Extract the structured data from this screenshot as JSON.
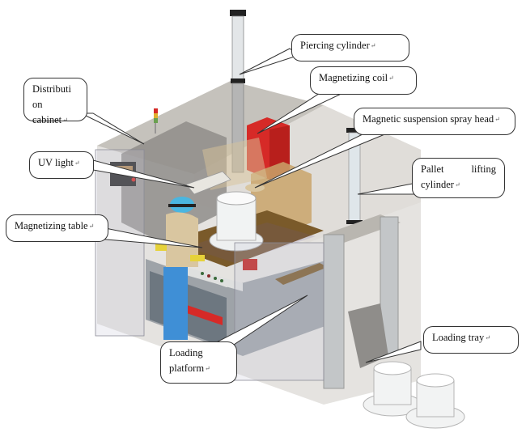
{
  "diagram": {
    "title": "Magnetizing machine layout",
    "return_mark": "↵",
    "colors": {
      "frame": "#b9b6b0",
      "panel": "#8f8d8a",
      "coil": "#d62a27",
      "table": "#7a5a2a",
      "tray": "#c9a46a",
      "worker_shirt": "#d9c6a0",
      "worker_pants": "#3f8fd6",
      "helmet": "#4ab6e0",
      "curtain": "#9a9aa6",
      "cylinder": "#d8dde0"
    },
    "callouts": [
      {
        "id": "piercing-cylinder",
        "lines": [
          "Piercing cylinder"
        ]
      },
      {
        "id": "magnetizing-coil",
        "lines": [
          "Magnetizing coil"
        ]
      },
      {
        "id": "distribution-cabinet",
        "lines": [
          "Distributi",
          "on cabinet"
        ]
      },
      {
        "id": "spray-head",
        "lines": [
          "Magnetic suspension spray head"
        ]
      },
      {
        "id": "uv-light",
        "lines": [
          "UV light"
        ]
      },
      {
        "id": "pallet-lifting-cylinder",
        "lines": [
          "Pallet lifting",
          "cylinder"
        ],
        "line1_words": [
          "Pallet",
          "lifting"
        ]
      },
      {
        "id": "magnetizing-table",
        "lines": [
          "Magnetizing table"
        ]
      },
      {
        "id": "loading-platform",
        "lines": [
          "Loading",
          "platform"
        ]
      },
      {
        "id": "loading-tray",
        "lines": [
          "Loading tray"
        ]
      }
    ]
  }
}
